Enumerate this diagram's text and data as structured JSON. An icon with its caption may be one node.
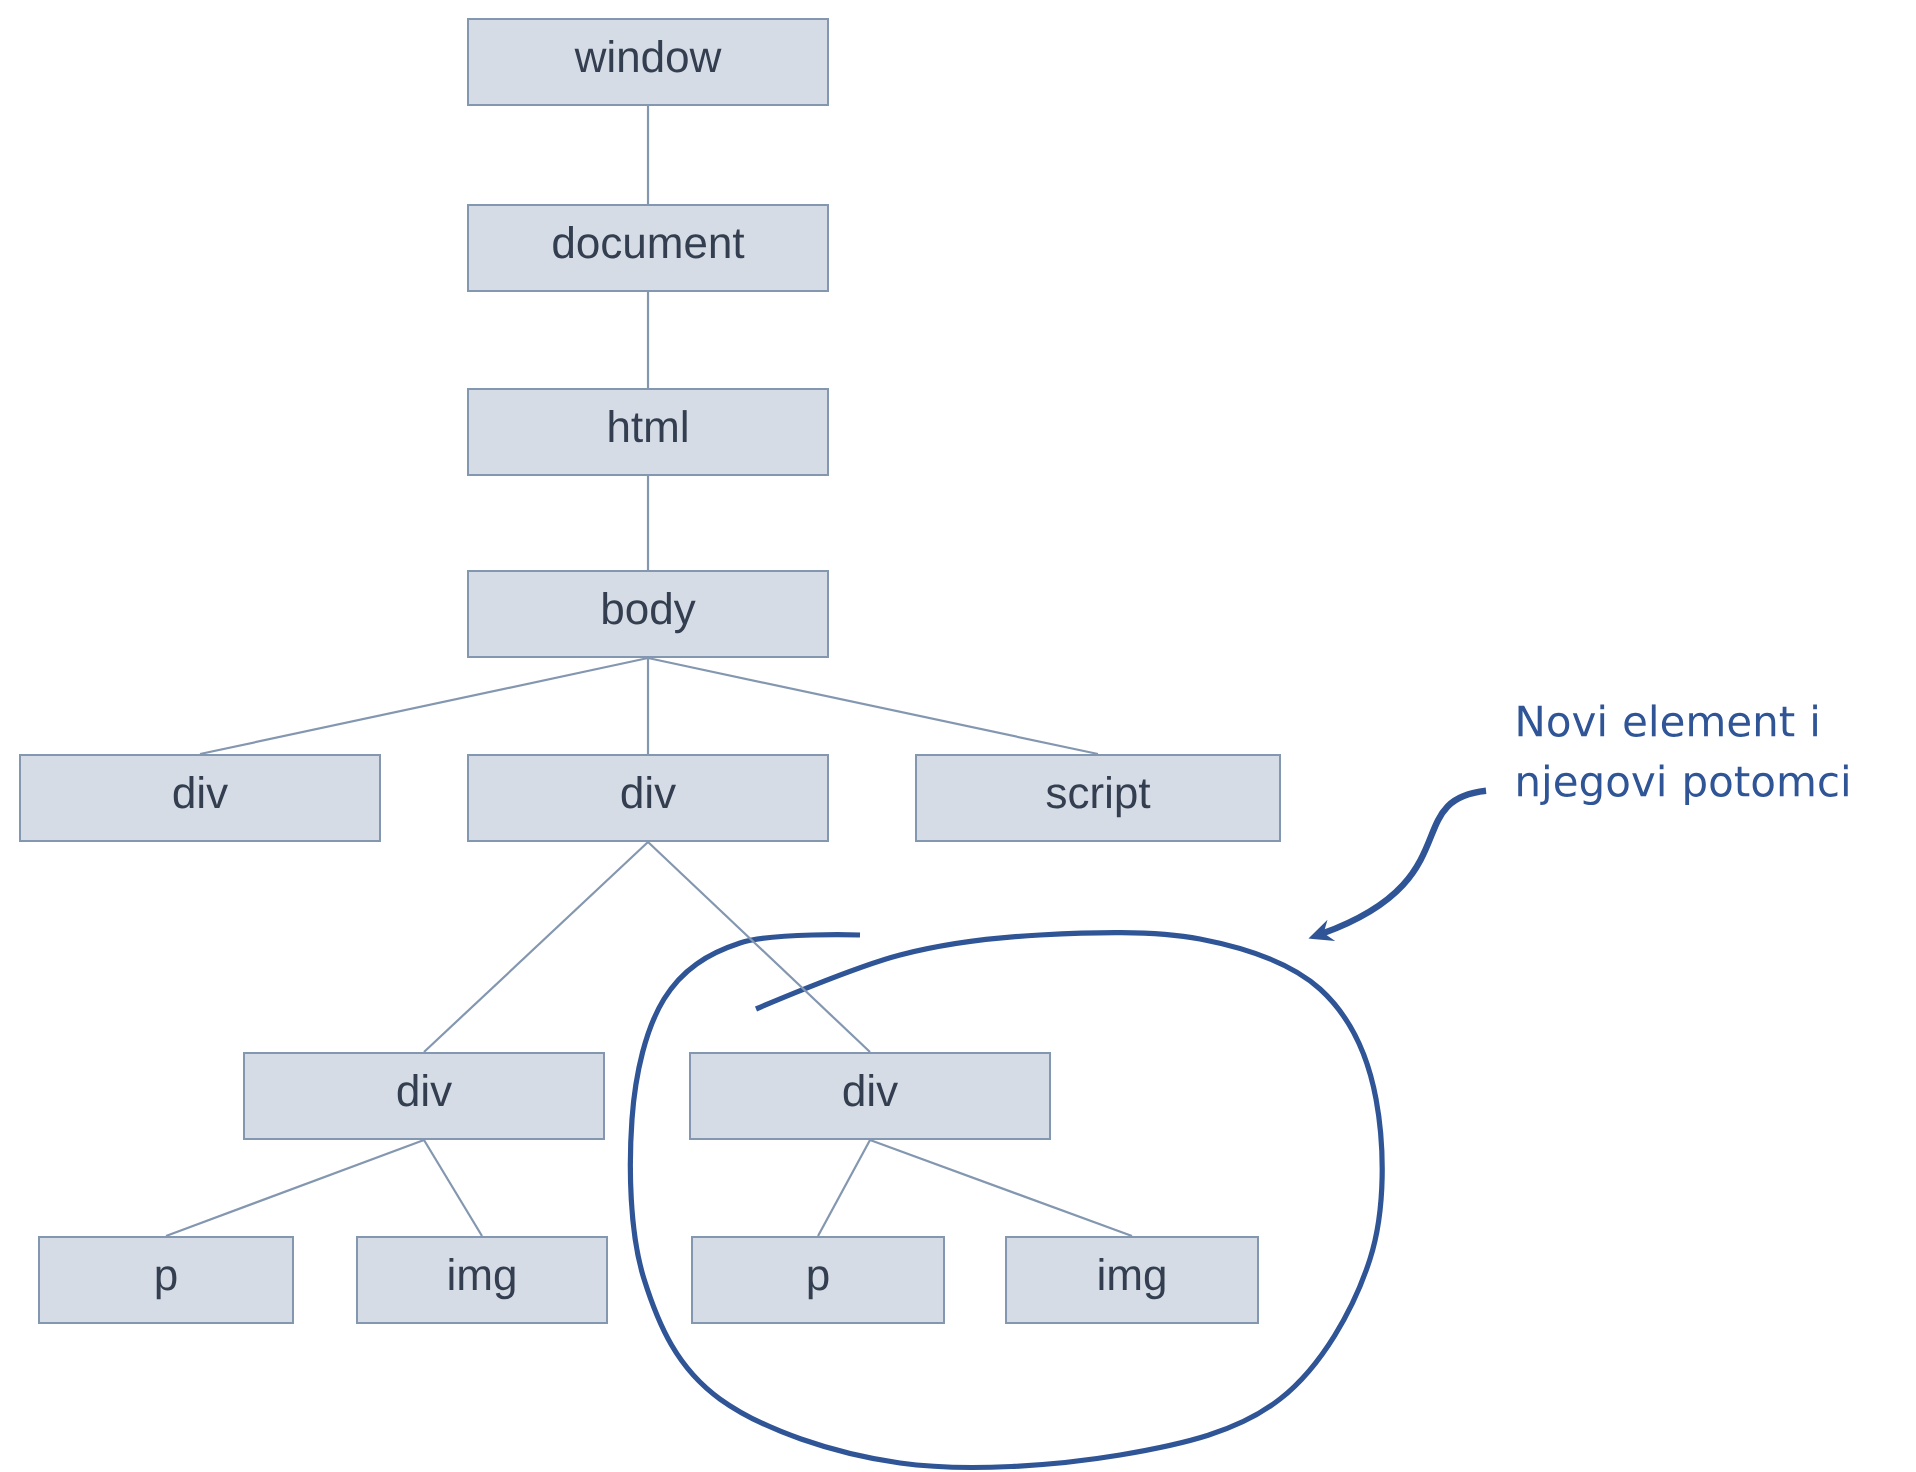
{
  "diagram": {
    "nodes": [
      {
        "text": [
          "window"
        ]
      },
      {
        "text": [
          "document"
        ]
      },
      {
        "text": [
          "html"
        ]
      },
      {
        "text": [
          "body"
        ]
      },
      {
        "text": [
          "div"
        ]
      },
      {
        "text": [
          "div"
        ]
      },
      {
        "text": [
          "script"
        ]
      },
      {
        "text": [
          "Novi element i njegovi potomci"
        ]
      },
      {
        "text": [],
        "shape": "circle"
      },
      {
        "text": [
          "div"
        ]
      },
      {
        "text": [
          "div"
        ],
        "in": 8
      },
      {
        "text": [
          "p"
        ]
      },
      {
        "text": [
          "img"
        ]
      },
      {
        "text": [
          "p"
        ],
        "in": 8
      },
      {
        "text": [
          "img"
        ],
        "in": 8
      }
    ],
    "edges": [
      {
        "from": 0,
        "to": 1,
        "arrow": "none"
      },
      {
        "from": 1,
        "to": 2,
        "arrow": "none"
      },
      {
        "from": 2,
        "to": 3,
        "arrow": "none"
      },
      {
        "from": 3,
        "to": 4,
        "arrow": "none"
      },
      {
        "from": 3,
        "to": 5,
        "arrow": "none"
      },
      {
        "from": 3,
        "to": 6,
        "arrow": "none"
      },
      {
        "from": 5,
        "to": 9,
        "arrow": "none"
      },
      {
        "from": 5,
        "to": 10,
        "arrow": "none"
      },
      {
        "from": 9,
        "to": 11,
        "arrow": "none"
      },
      {
        "from": 9,
        "to": 12,
        "arrow": "none"
      },
      {
        "from": 10,
        "to": 13,
        "arrow": "none"
      },
      {
        "from": 10,
        "to": 14,
        "arrow": "none"
      },
      {
        "from": 7,
        "to": 8,
        "arrow": "to",
        "style": "thick",
        "color": "#2f5597"
      }
    ]
  }
}
